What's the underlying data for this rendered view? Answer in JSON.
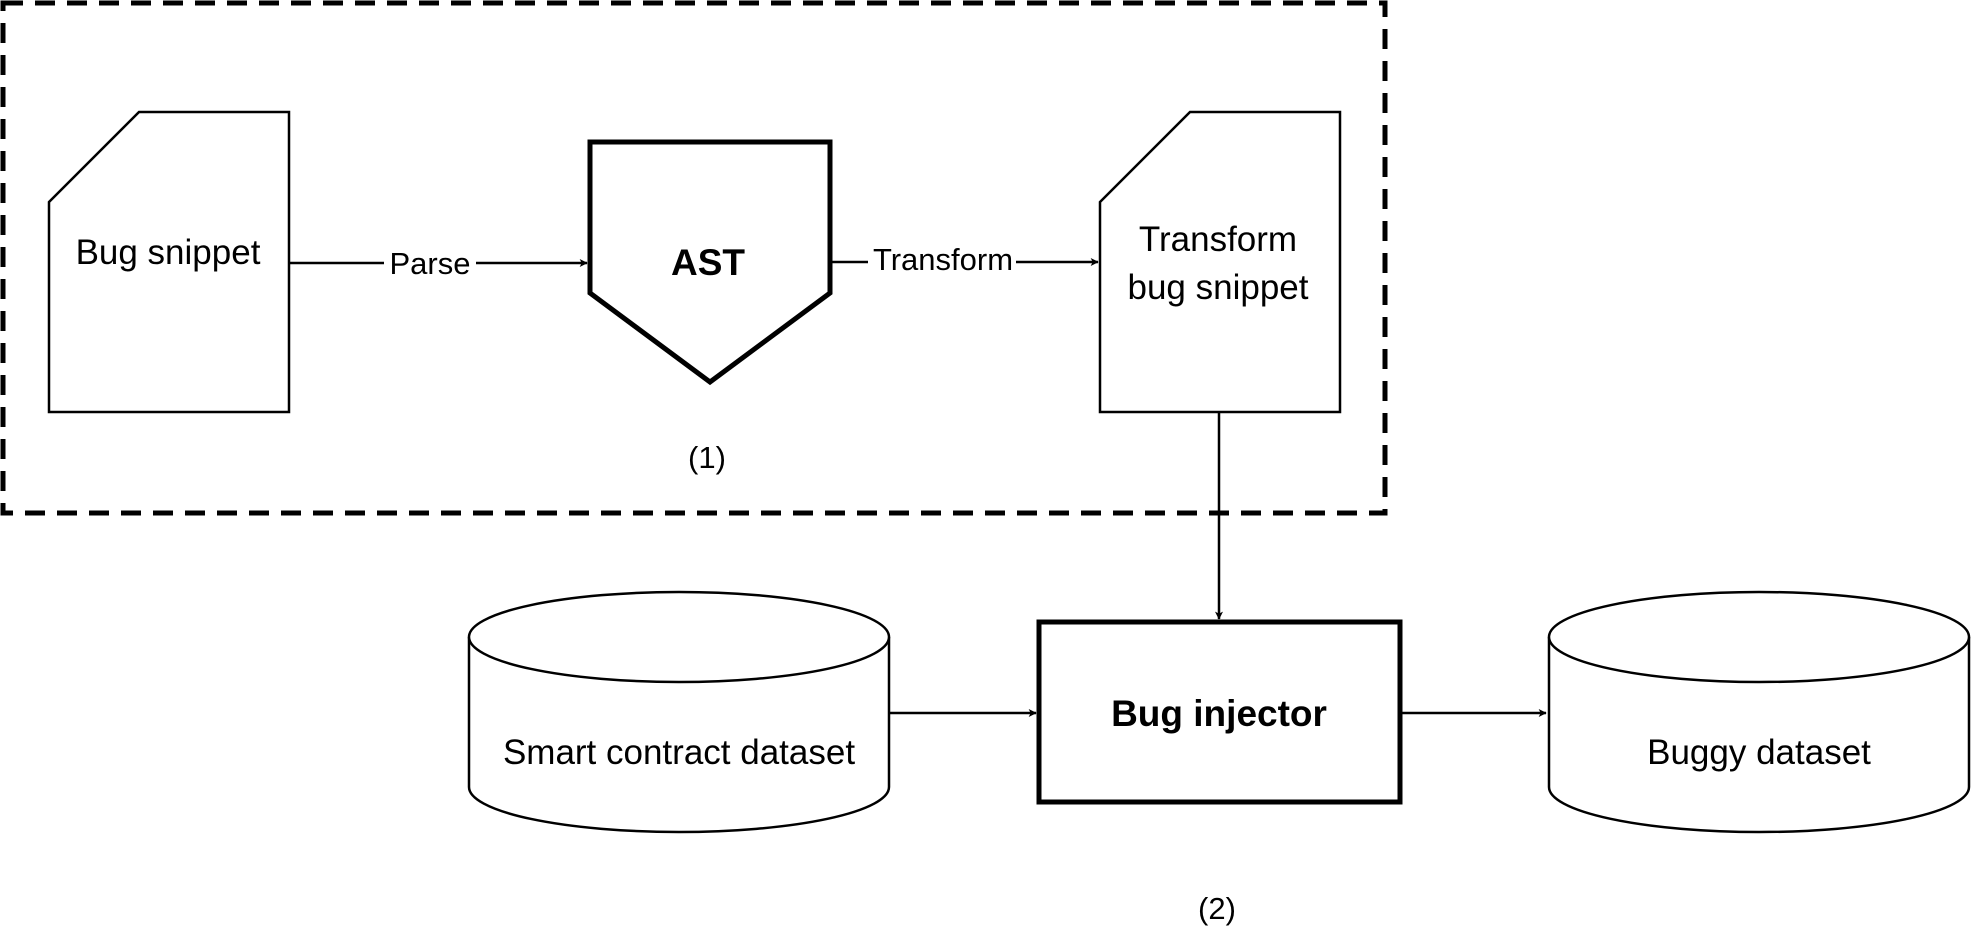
{
  "diagram": {
    "nodes": {
      "bug_snippet": {
        "label": "Bug snippet"
      },
      "ast": {
        "label": "AST"
      },
      "transform_snippet": {
        "line1": "Transform",
        "line2": "bug snippet"
      },
      "smart_contract_dataset": {
        "label": "Smart contract dataset"
      },
      "bug_injector": {
        "label": "Bug injector"
      },
      "buggy_dataset": {
        "label": "Buggy dataset"
      }
    },
    "edges": {
      "parse": {
        "label": "Parse"
      },
      "transform": {
        "label": "Transform"
      }
    },
    "groups": {
      "stage1": {
        "label": "(1)"
      },
      "stage2": {
        "label": "(2)"
      }
    }
  }
}
